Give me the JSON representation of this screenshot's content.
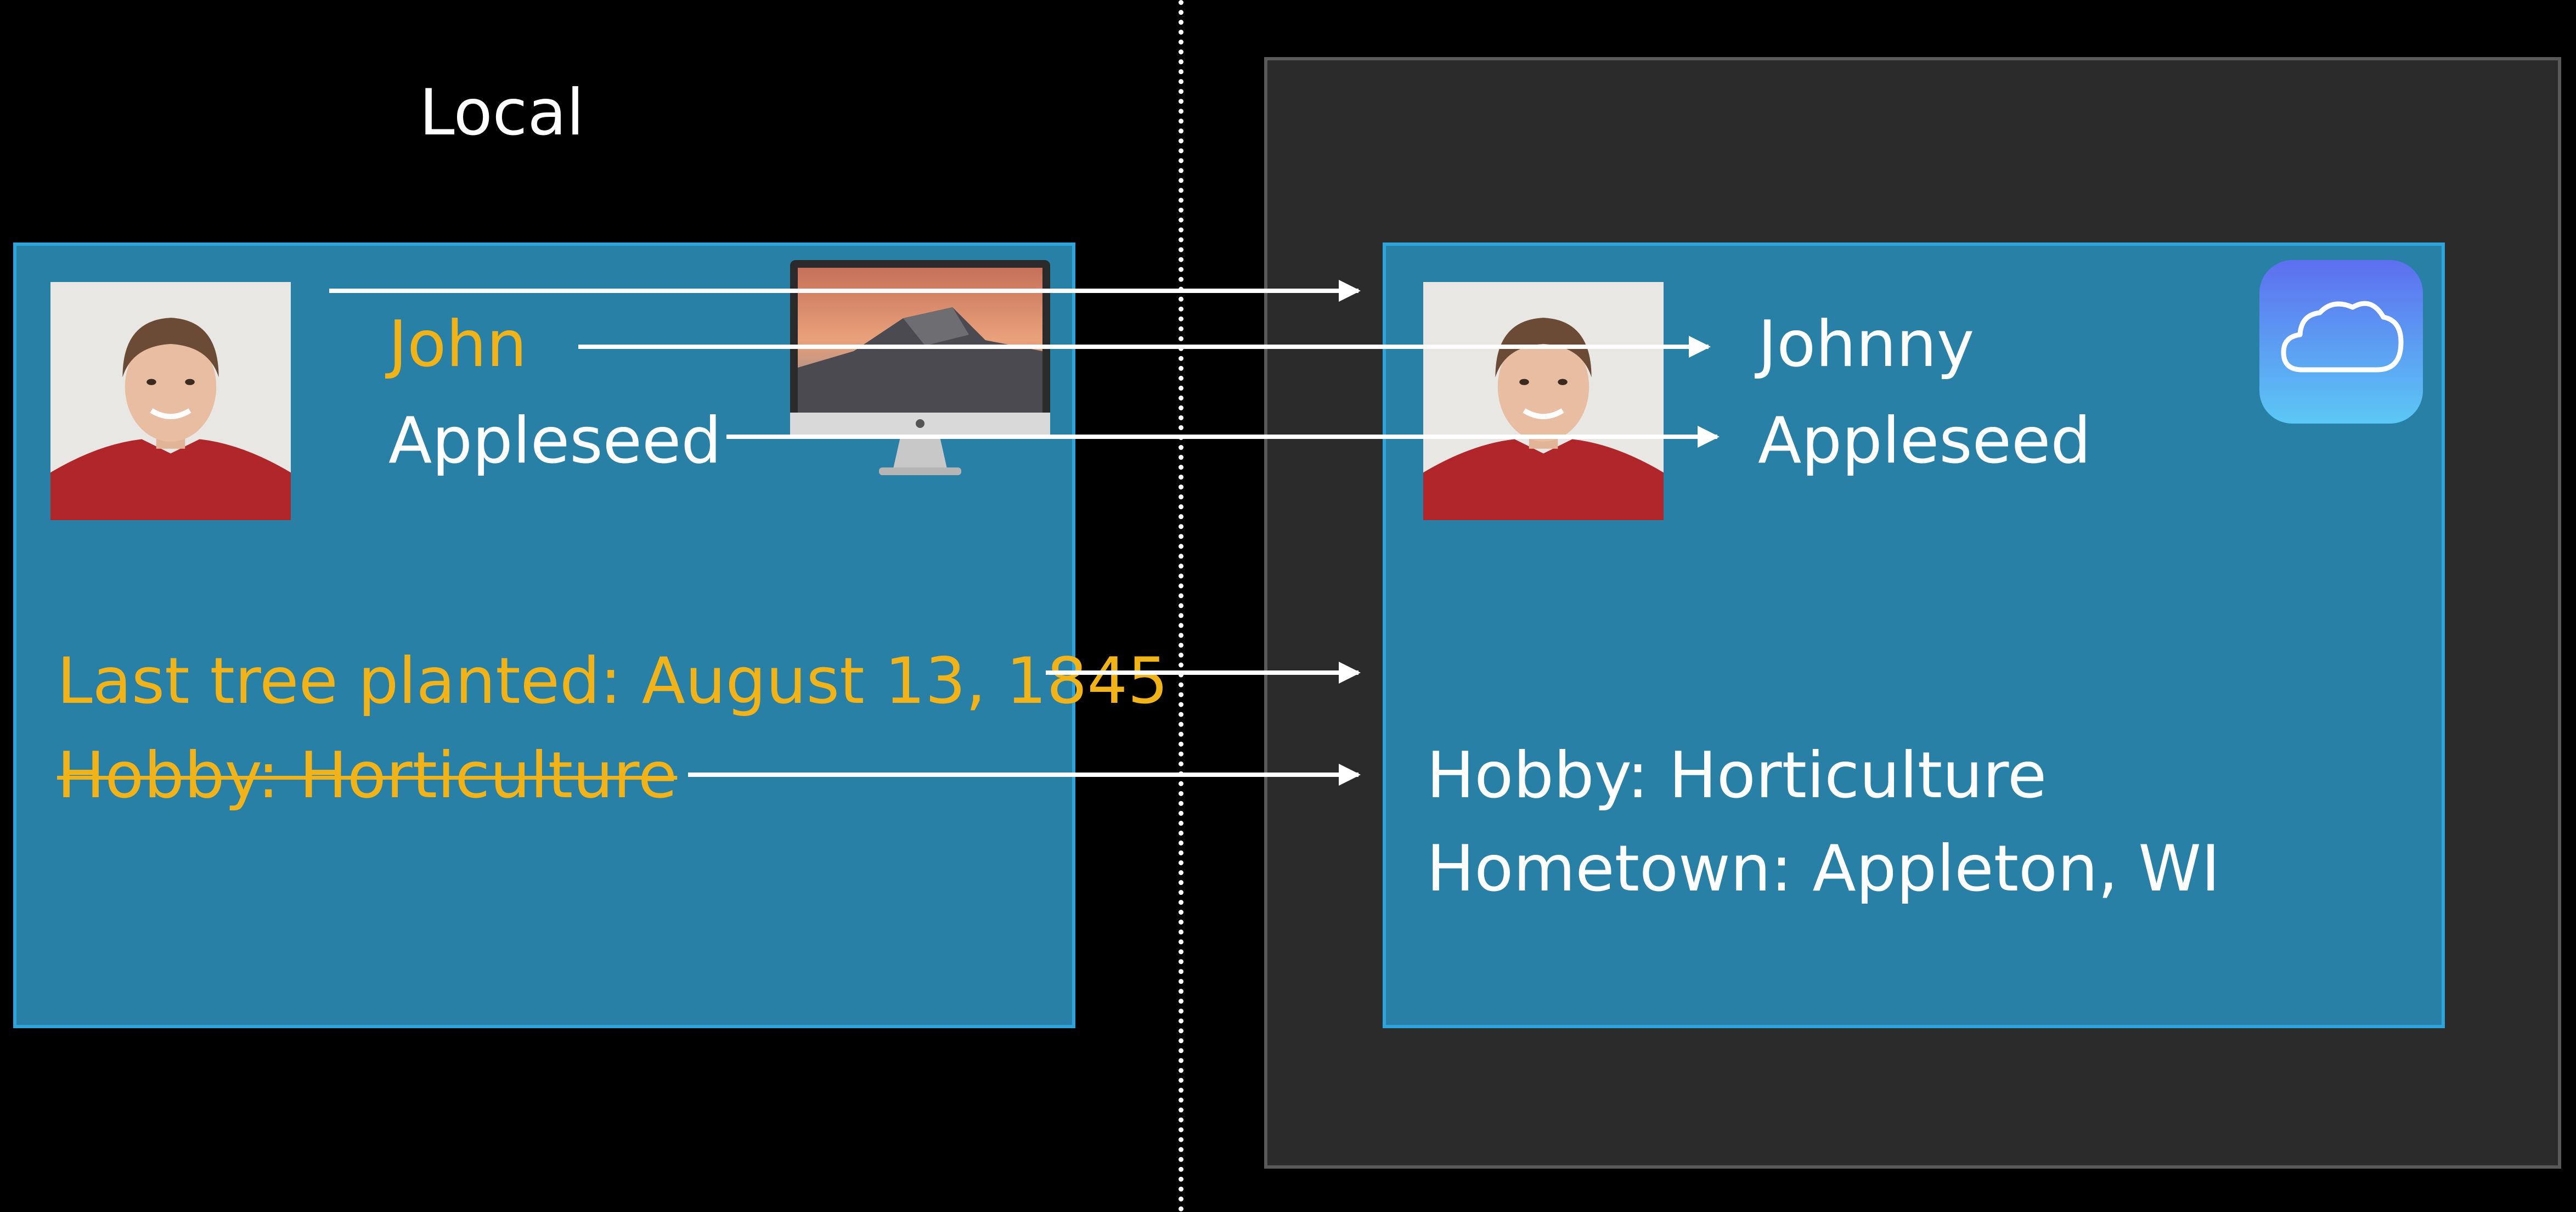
{
  "sections": {
    "local_title": "Local",
    "icloud_title": "iCloud"
  },
  "local_record": {
    "first_name": "John",
    "last_name": "Appleseed",
    "last_tree": "Last tree planted: August 13, 1845",
    "hobby": "Hobby: Horticulture"
  },
  "icloud_record": {
    "first_name": "Johnny",
    "last_name": "Appleseed",
    "hobby": "Hobby: Horticulture",
    "hometown": "Hometown: Appleton, WI"
  },
  "icons": {
    "device": "imac-icon",
    "cloud": "icloud-icon",
    "avatar": "person-photo"
  },
  "colors": {
    "card_fill": "#2980a6",
    "card_border": "#2ea4dd",
    "changed_text": "#f2b318",
    "icloud_panel": "#2b2b2b"
  }
}
